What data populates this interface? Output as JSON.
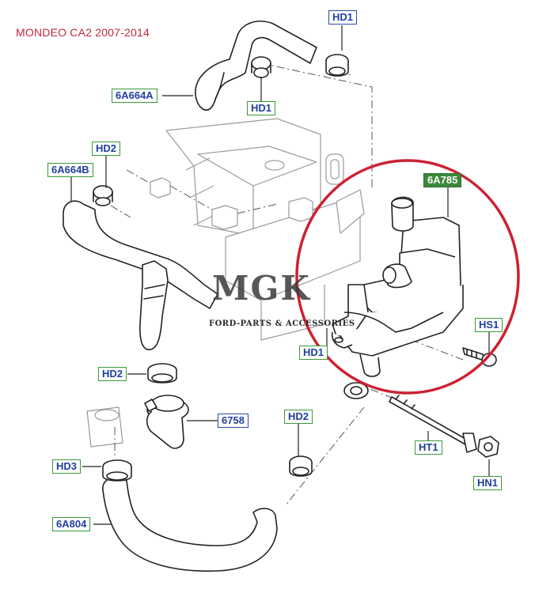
{
  "title": "MONDEO CA2 2007-2014",
  "watermark": {
    "logo": "MGK",
    "subtitle": "FORD-PARTS & ACCESSORIES"
  },
  "labels": {
    "hd1_top": "HD1",
    "hd1_mid": "HD1",
    "hd1_right": "HD1",
    "hd2_upper": "HD2",
    "hd2_lower": "HD2",
    "hd2_right": "HD2",
    "hd3": "HD3",
    "a6a664a": "6A664A",
    "a6a664b": "6A664B",
    "a6a785": "6A785",
    "a6758": "6758",
    "a6a804": "6A804",
    "hs1": "HS1",
    "ht1": "HT1",
    "hn1": "HN1"
  },
  "colors": {
    "title": "#c0283a",
    "highlight_circle": "#cc2233",
    "label_border_green": "#3a9a3a",
    "label_text_blue": "#1f3fa0",
    "label_fill_green": "#3a8a3a"
  }
}
